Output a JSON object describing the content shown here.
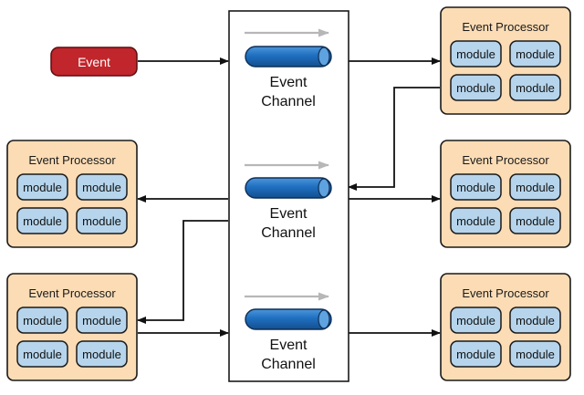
{
  "diagram": {
    "event": {
      "label": "Event"
    },
    "channels": [
      {
        "line1": "Event",
        "line2": "Channel"
      },
      {
        "line1": "Event",
        "line2": "Channel"
      },
      {
        "line1": "Event",
        "line2": "Channel"
      }
    ],
    "processors": [
      {
        "title": "Event Processor",
        "modules": [
          "module",
          "module",
          "module",
          "module"
        ]
      },
      {
        "title": "Event Processor",
        "modules": [
          "module",
          "module",
          "module",
          "module"
        ]
      },
      {
        "title": "Event Processor",
        "modules": [
          "module",
          "module",
          "module",
          "module"
        ]
      },
      {
        "title": "Event Processor",
        "modules": [
          "module",
          "module",
          "module",
          "module"
        ]
      },
      {
        "title": "Event Processor",
        "modules": [
          "module",
          "module",
          "module",
          "module"
        ]
      }
    ]
  },
  "colors": {
    "event_fill": "#c0262b",
    "processor_fill": "#fbdcb5",
    "module_fill": "#b6d5ec",
    "channel_pipe": "#1f6fc0",
    "flow_arrow": "#b7b7b7",
    "stroke": "#1a1a1a"
  }
}
